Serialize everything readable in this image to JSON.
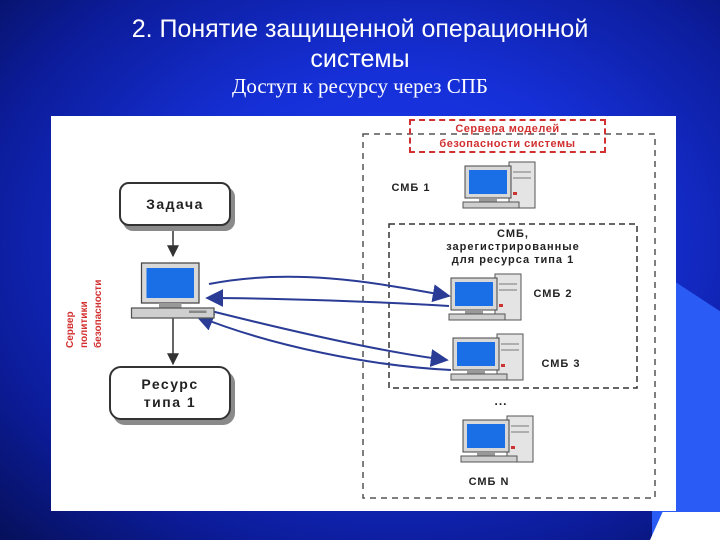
{
  "slide": {
    "title_line1": "2. Понятие защищенной операционной",
    "title_line2": "системы",
    "subtitle": "Доступ к ресурсу через СПБ"
  },
  "diagram": {
    "servers_group_title_line1": "Сервера моделей",
    "servers_group_title_line2": "безопасности системы",
    "task_label": "Задача",
    "resource_label_line1": "Ресурс",
    "resource_label_line2": "типа 1",
    "policy_server_label_line1": "Сервер",
    "policy_server_label_line2": "политики",
    "policy_server_label_line3": "безопасности",
    "smb1_label": "СМБ 1",
    "registered_group_line1": "СМБ,",
    "registered_group_line2": "зарегистрированные",
    "registered_group_line3": "для ресурса типа 1",
    "smb2_label": "СМБ 2",
    "smb3_label": "СМБ 3",
    "ellipsis": "...",
    "smbn_label": "СМБ N"
  },
  "colors": {
    "background": "#1630d8",
    "accent_red": "#d23030",
    "arrow_blue": "#2a3c96",
    "screen_blue": "#1a6fe6"
  },
  "icons": [
    "computer-icon"
  ]
}
